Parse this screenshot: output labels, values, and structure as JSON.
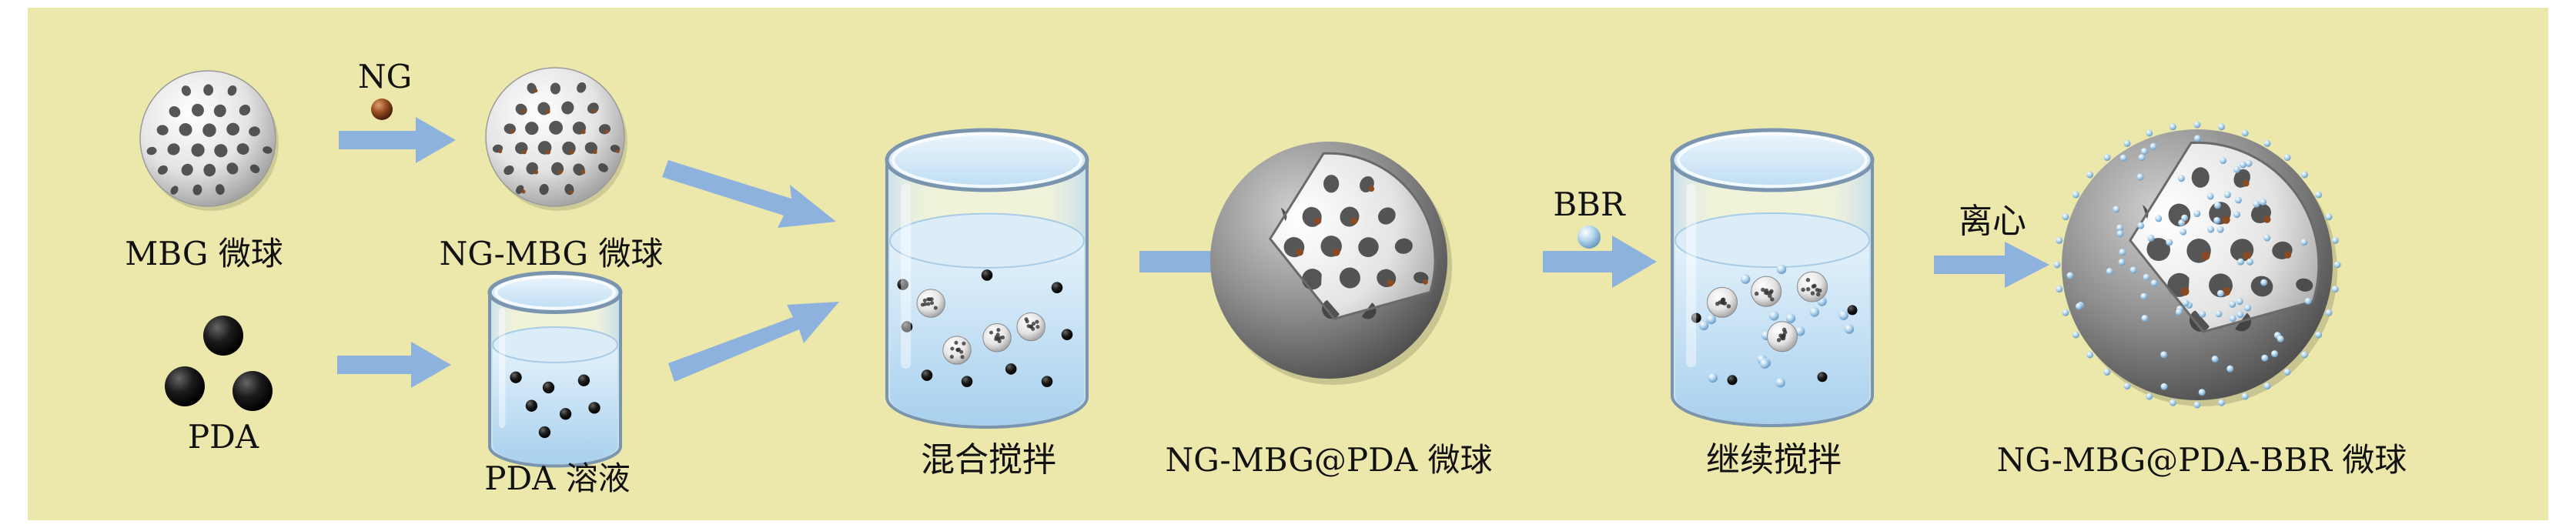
{
  "colors": {
    "panel": "#ece8ab",
    "arrow": "#8db2dd",
    "liquid": "#bcdcf3",
    "np": "#8a4a22",
    "pda": "#111111",
    "bbr": "#b8daf0",
    "shell": "#8c8c8c",
    "frame": "#7a95ad"
  },
  "labels": {
    "mbg": "MBG 微球",
    "ng": "NG",
    "ng_mbg": "NG-MBG 微球",
    "pda": "PDA",
    "pda_solution": "PDA 溶液",
    "mix": "混合搅拌",
    "ng_mbg_pda": "NG-MBG@PDA 微球",
    "bbr": "BBR",
    "continue_stir": "继续搅拌",
    "centrifuge": "离心",
    "final": "NG-MBG@PDA-BBR 微球"
  },
  "icons": [
    "porous-sphere-icon",
    "nanoparticle-icon",
    "pda-particles-icon",
    "beaker-icon",
    "core-shell-sphere-icon",
    "bbr-particle-icon",
    "flow-arrow-icon"
  ]
}
